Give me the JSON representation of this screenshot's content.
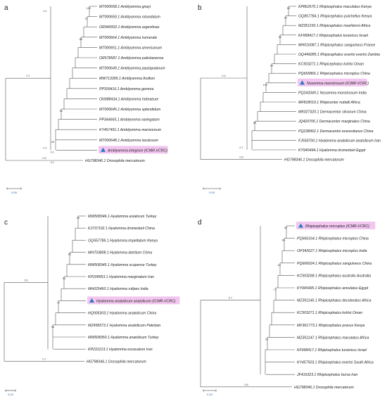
{
  "colors": {
    "highlight": "#f2c6ef",
    "marker": "#2a78c8",
    "highlight_text": "#2345c8"
  },
  "panels": [
    {
      "letter": "a",
      "scale": "0.05",
      "leaves": [
        {
          "label": "MT000658.1 Amblyomma gnayi"
        },
        {
          "label": "MT000659.1 Amblyomma rotundatum"
        },
        {
          "label": "OR940002.1 Amblyomma argentinae"
        },
        {
          "label": "MT000664.1 Amblyomma humerale"
        },
        {
          "label": "MT000651.1 Amblyomma americanum"
        },
        {
          "label": "OR578587.1 Amblyomma pakistanense"
        },
        {
          "label": "MT000649.1 Amblyomma pauloputanum"
        },
        {
          "label": "MW713395.1 Amblyomma tholloni"
        },
        {
          "label": "PP339416.1 Amblyomma gemma"
        },
        {
          "label": "ON088434.1 Amblyomma hebraeum"
        },
        {
          "label": "MT000645.1 Amblyomma splendidum"
        },
        {
          "label": "PP344665.1 Amblyomma variegatum"
        },
        {
          "label": "KY457491.1 Amblyomma marmoreum"
        },
        {
          "label": "MT000648.1 Amblyomma loculosum"
        },
        {
          "label": "Amblyomma integrum (ICMR-VCRC)",
          "highlight": true
        },
        {
          "label": "HG798346.1 Drosophila mercatorum"
        }
      ],
      "bootstrap": [
        "100",
        "91",
        "",
        "88",
        "",
        "",
        "",
        "",
        "",
        "",
        "52",
        "",
        "",
        "98",
        "0.1",
        "0.1"
      ],
      "branch_lengths": [
        "0.7",
        "0.9",
        "0.1",
        "0.1"
      ]
    },
    {
      "letter": "b",
      "scale": "0.05",
      "leaves": [
        {
          "label": "KP862670.1 Rhipicephalus maculatus Kenya"
        },
        {
          "label": "OQ857784.1 Rhipicephalus pulchellus Kenya"
        },
        {
          "label": "MZ351150.1 Rhipicephalus muehlensi Africa"
        },
        {
          "label": "KF958417.1 Rhipicephalus turanicus Israel"
        },
        {
          "label": "MH016087.1 Rhipicephalus sanguineus France"
        },
        {
          "label": "OQ449285.1 Rhipicephalus evertsi evertsi Zambia"
        },
        {
          "label": "KC503271.1 Rhipicephalus kohlsi Oman"
        },
        {
          "label": "PQ665866.1 Rhipicephalus microplus China"
        },
        {
          "label": "Nosomma monstrosum (ICMR-VCRC)",
          "highlight": true
        },
        {
          "label": "PQ243349.1 Nosomma monstrosum India"
        },
        {
          "label": "MF818019.1 Rhipicentor nuttalli Africa"
        },
        {
          "label": "MK027320.1 Dermacentor silvarum China"
        },
        {
          "label": "JQ420706.1 Dermacentor marginatus China"
        },
        {
          "label": "PQ238962.1 Dermacentor everestianus China"
        },
        {
          "label": "FJ593700.1 Hyalomma anatolicum anatolicum Iran"
        },
        {
          "label": "KY945494.1 Hyalomma dromedarii Egypt"
        },
        {
          "label": "HG798346.1 Drosophila mercatorum"
        }
      ],
      "bootstrap": [
        "59",
        "92",
        "",
        "95",
        "",
        "",
        "94",
        "",
        "100",
        "",
        "",
        "",
        "98",
        "",
        "",
        ""
      ],
      "branch_lengths": [
        "0.4",
        "0.6",
        "0.7"
      ]
    },
    {
      "letter": "c",
      "scale": "0.10",
      "leaves": [
        {
          "label": "MW508346.1 Hyalomma asiaticum Turkey"
        },
        {
          "label": "KJ737102.1 Hyalomma dromedarii China"
        },
        {
          "label": "OQ557785.1 Hyalomma impeltatum Kenya"
        },
        {
          "label": "MH703808.1 Hyalomma detritum China"
        },
        {
          "label": "MW508345.1 Hyalomma scupense Turkey"
        },
        {
          "label": "KP208953.1 Hyalomma marginatum Iran"
        },
        {
          "label": "MH025460.1 Hyalomma rufipes India"
        },
        {
          "label": "Hyalomma anatolicum anatolicum (ICMR-VCRC)",
          "highlight": true
        },
        {
          "label": "HQ005303.1 Hyalomma anatolicum China"
        },
        {
          "label": "MZ458373.1 Hyalomma anatolicum Pakistan"
        },
        {
          "label": "MW508350.1 Hyalomma anatolicum Turkey"
        },
        {
          "label": "KP231213.1 Hyalomma excavatum Iran"
        },
        {
          "label": "HG798346.1 Drosophila mercatorum"
        }
      ],
      "bootstrap": [
        "99",
        "",
        "",
        "96",
        "",
        "94",
        "",
        "71",
        "",
        "98",
        "",
        "",
        ""
      ],
      "branch_lengths": [
        "0.6",
        "0.7"
      ]
    },
    {
      "letter": "d",
      "scale": "0.20",
      "leaves": [
        {
          "label": "Rhipicephalus microplus (ICMR-VCRC)",
          "highlight": true
        },
        {
          "label": "PQ666164.1 Rhipicephalus microplus China"
        },
        {
          "label": "OP342627.1 Rhipicephalus microplus India"
        },
        {
          "label": "PQ666024.1 Rhipicephalus sanguineus China"
        },
        {
          "label": "KC503268.1 Rhipicephalus australis Australia"
        },
        {
          "label": "KY945495.1 Rhipicephalus annulatus Egypt"
        },
        {
          "label": "MZ351145.1 Rhipicephalus decoloratus Africa"
        },
        {
          "label": "KC503271.1 Rhipicephalus kohlsi Oman"
        },
        {
          "label": "MF361773.1 Rhipicephalus pravus Kenya"
        },
        {
          "label": "MZ351147.1 Rhipicephalus maculatus Africa"
        },
        {
          "label": "KF958417.1 Rhipicephalus turanicus Israel"
        },
        {
          "label": "KY457503.1 Rhipicephalus evertsi South Africa"
        },
        {
          "label": "JF416323.1 Rhipicephalus bursa Iran"
        },
        {
          "label": "HG798346.1 Drosophila mercatorum"
        }
      ],
      "bootstrap": [
        "45",
        "86",
        "",
        "62",
        "",
        "71",
        "",
        "",
        "",
        "29",
        "",
        "",
        ""
      ],
      "branch_lengths": [
        "0.7",
        "0.8"
      ]
    }
  ]
}
